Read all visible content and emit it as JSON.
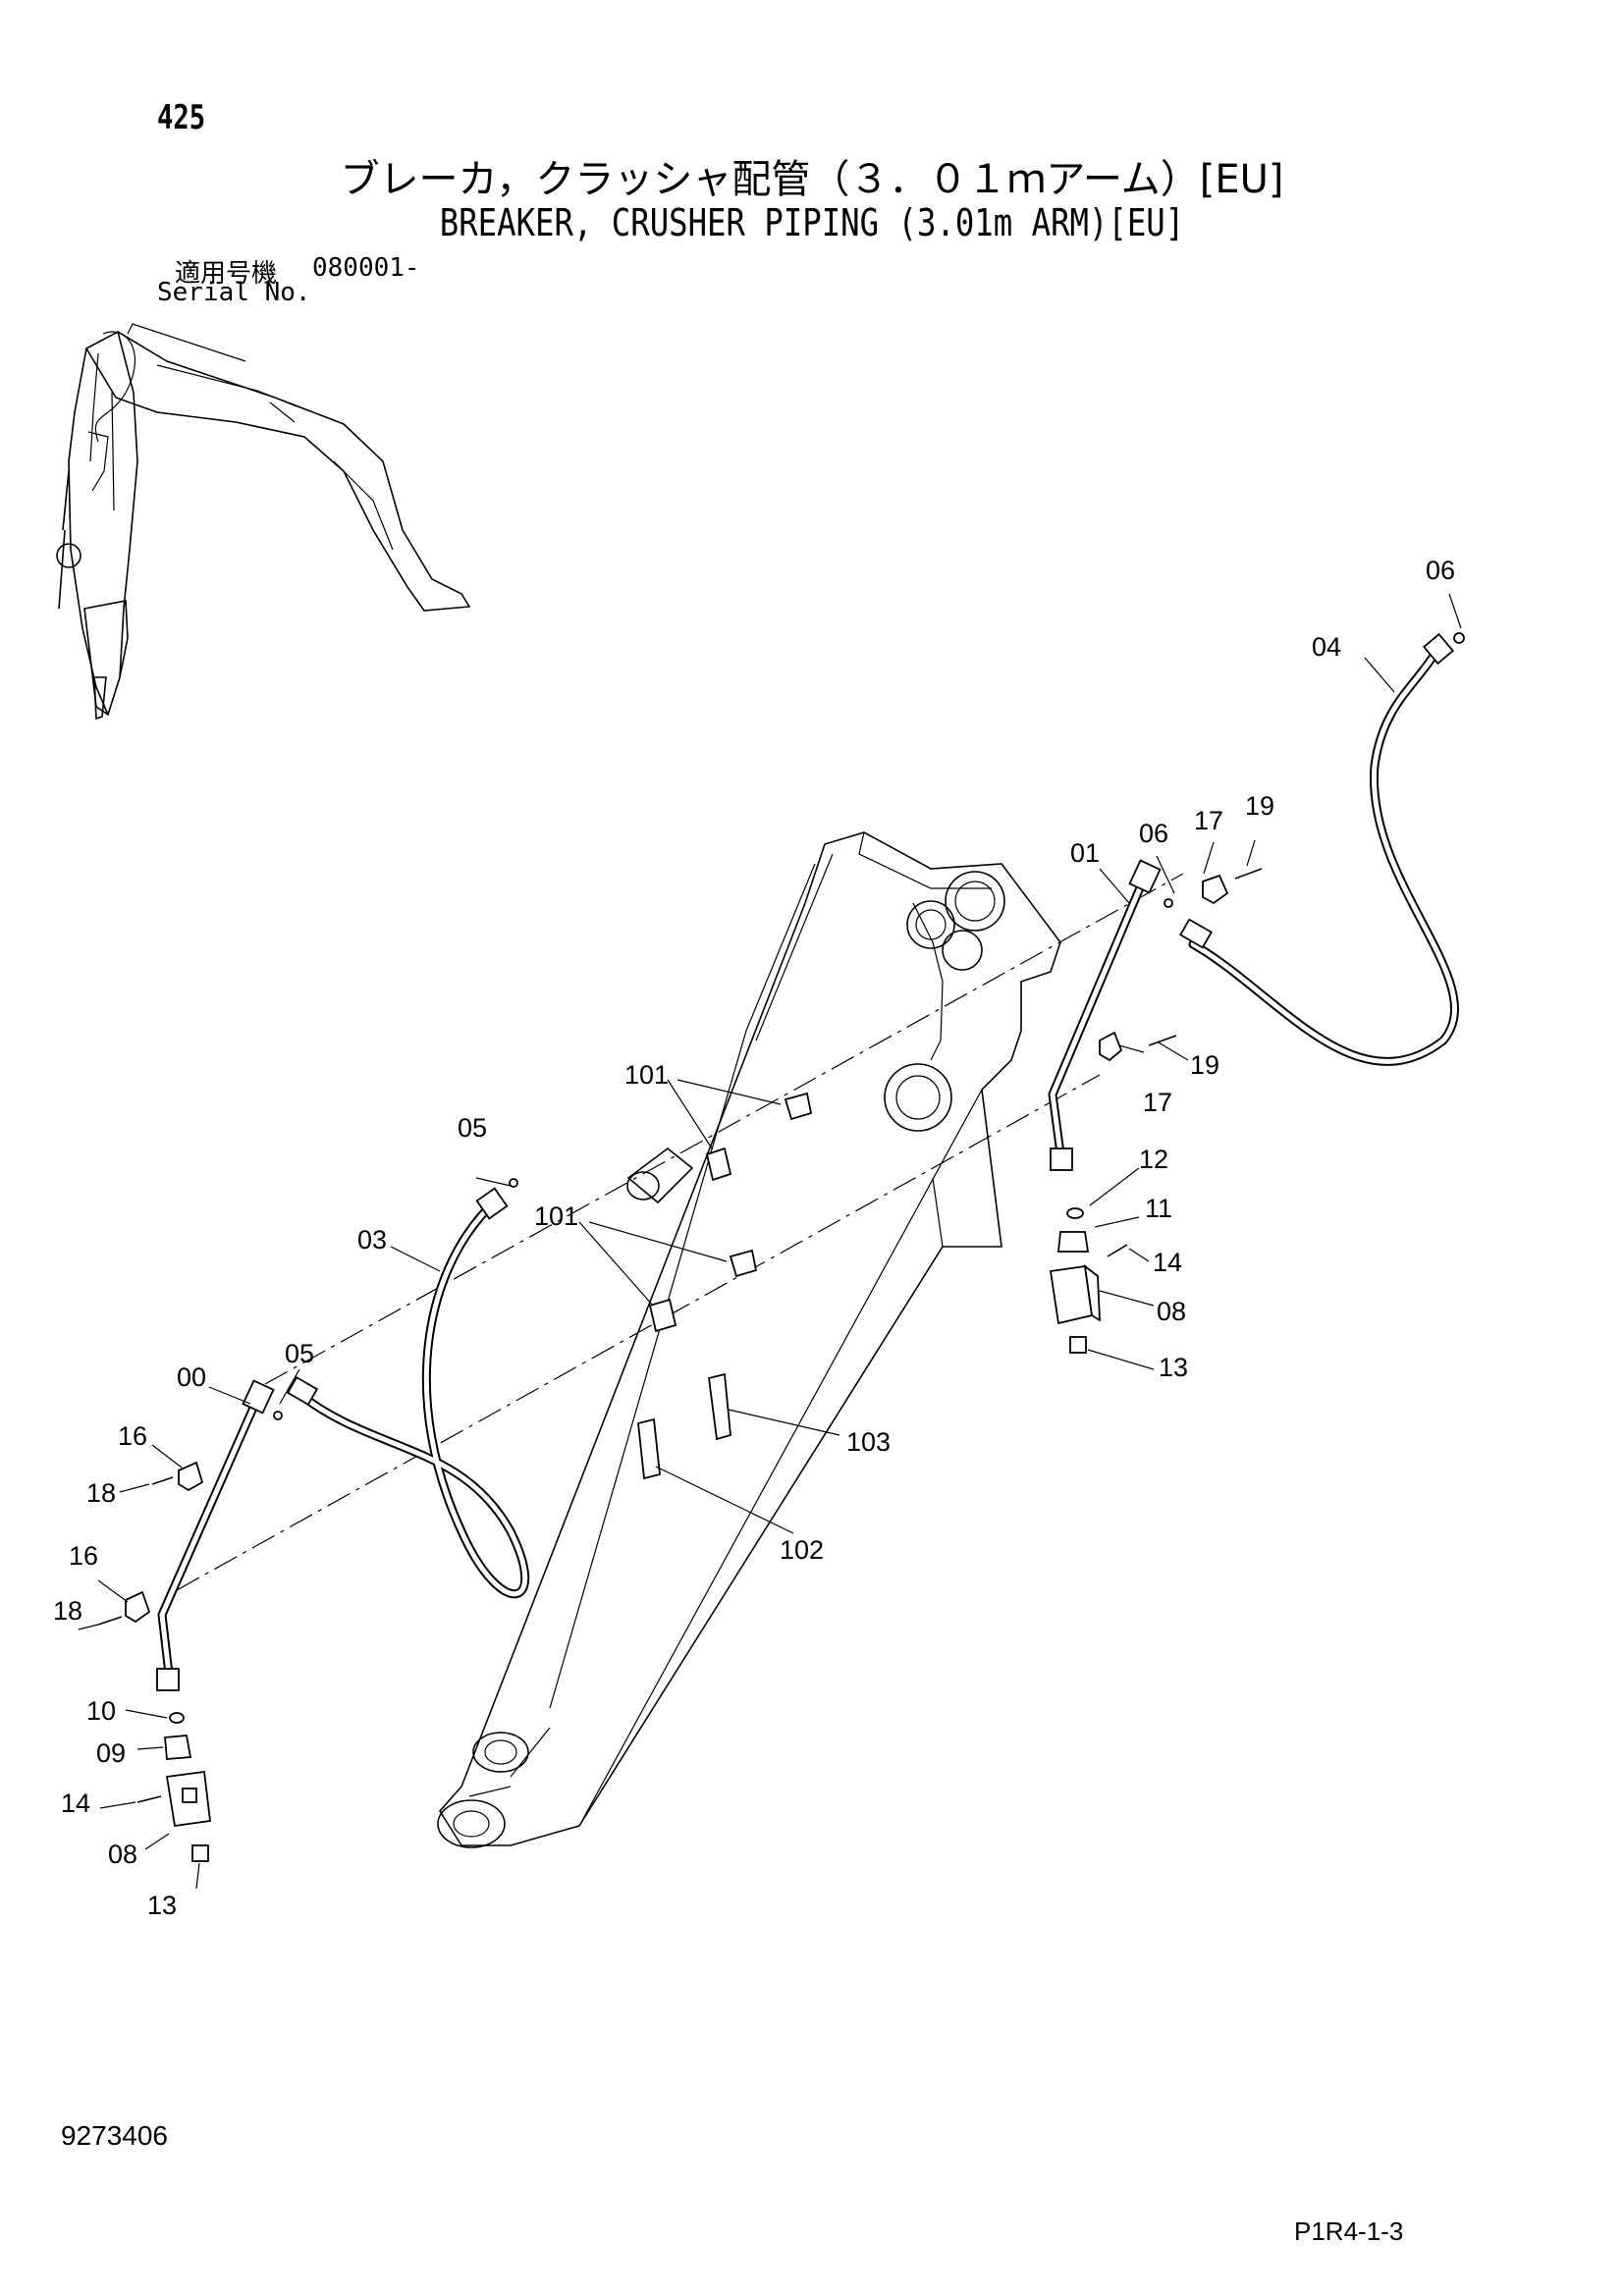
{
  "header": {
    "page_number": "425",
    "title_ja": "ブレーカ，クラッシャ配管（３．０１ｍアーム）[EU]",
    "title_en": "BREAKER, CRUSHER PIPING (3.01m ARM)[EU]",
    "serial_label_ja": "適用号機",
    "serial_value": "080001-",
    "serial_label_en": "Serial No."
  },
  "callouts": {
    "c00": "00",
    "c01": "01",
    "c03": "03",
    "c04": "04",
    "c05a": "05",
    "c05b": "05",
    "c06a": "06",
    "c06b": "06",
    "c08a": "08",
    "c08b": "08",
    "c09": "09",
    "c10": "10",
    "c11": "11",
    "c12": "12",
    "c13a": "13",
    "c13b": "13",
    "c14a": "14",
    "c14b": "14",
    "c16a": "16",
    "c16b": "16",
    "c17a": "17",
    "c17b": "17",
    "c18a": "18",
    "c18b": "18",
    "c19a": "19",
    "c19b": "19",
    "c101a": "101",
    "c101b": "101",
    "c102": "102",
    "c103": "103"
  },
  "footer": {
    "doc_number": "9273406",
    "page_ref": "P1R4-1-3"
  }
}
